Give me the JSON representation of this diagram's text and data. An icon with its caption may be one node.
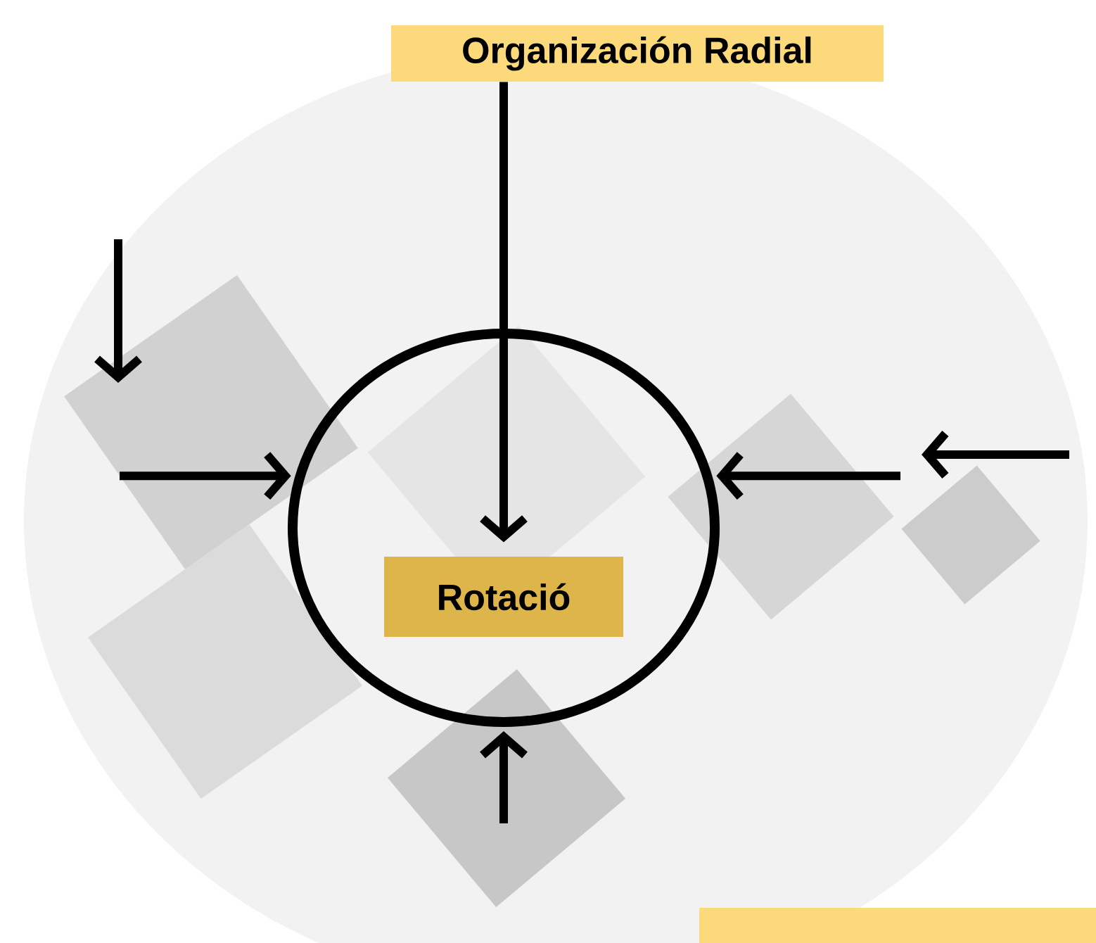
{
  "diagram": {
    "nodes": [
      {
        "text": [
          "Organización Radial"
        ]
      },
      {
        "text": [],
        "shape": "circle"
      },
      {
        "text": [
          "Rotació"
        ],
        "in": 1
      },
      {
        "text": [],
        "shape": "box"
      }
    ],
    "edges": [
      {
        "from": 0,
        "to": 2,
        "arrow": "to"
      },
      {
        "from": null,
        "to": 1,
        "arrow": "to"
      },
      {
        "from": null,
        "to": 1,
        "arrow": "to"
      },
      {
        "from": null,
        "to": 1,
        "arrow": "to"
      }
    ]
  }
}
